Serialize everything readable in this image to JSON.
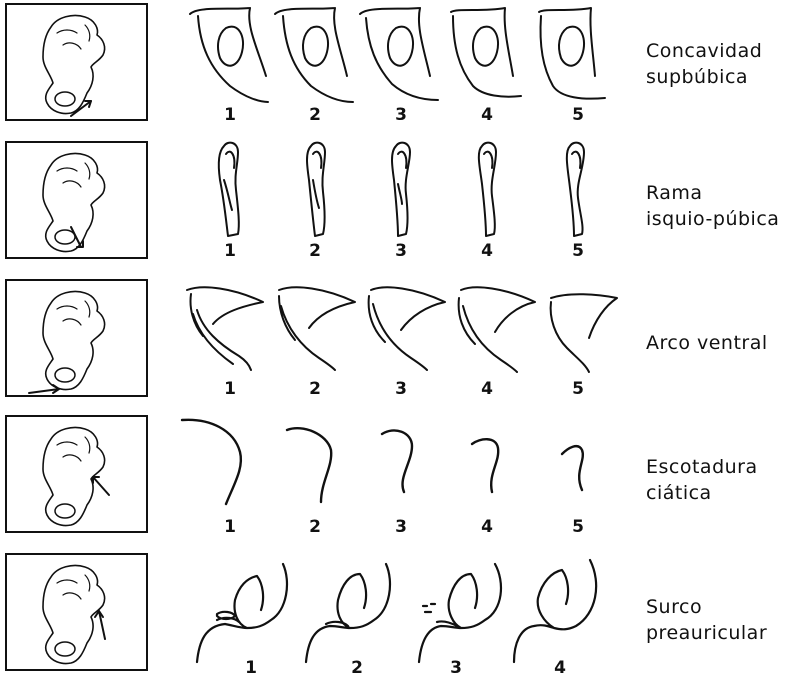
{
  "traits": [
    {
      "id": "concavidad",
      "label_line1": "Concavidad",
      "label_line2": "supbúbica",
      "stages": [
        "1",
        "2",
        "3",
        "4",
        "5"
      ]
    },
    {
      "id": "rama",
      "label_line1": "Rama",
      "label_line2": "isquio-púbica",
      "stages": [
        "1",
        "2",
        "3",
        "4",
        "5"
      ]
    },
    {
      "id": "arco",
      "label_line1": "Arco ventral",
      "label_line2": "",
      "stages": [
        "1",
        "2",
        "3",
        "4",
        "5"
      ]
    },
    {
      "id": "escotadura",
      "label_line1": "Escotadura",
      "label_line2": "ciática",
      "stages": [
        "1",
        "2",
        "3",
        "4",
        "5"
      ]
    },
    {
      "id": "surco",
      "label_line1": "Surco",
      "label_line2": "preauricular",
      "stages": [
        "1",
        "2",
        "3",
        "4"
      ]
    }
  ]
}
